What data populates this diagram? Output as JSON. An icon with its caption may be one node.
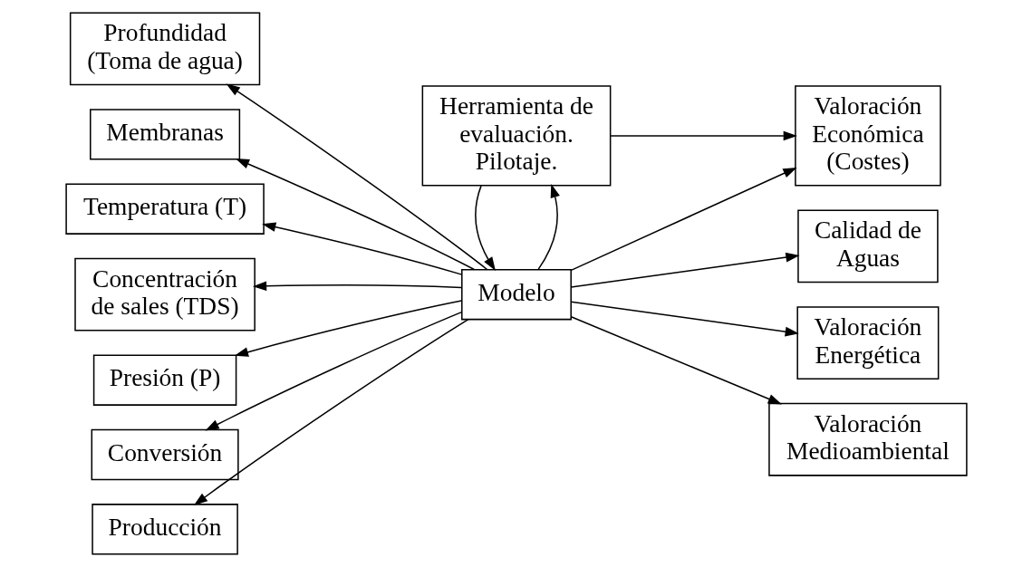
{
  "diagram": {
    "nodes": [
      {
        "text": [
          "Profundidad (Toma de agua)"
        ]
      },
      {
        "text": [
          "Membranas"
        ]
      },
      {
        "text": [
          "Temperatura (T)"
        ]
      },
      {
        "text": [
          "Concentración de sales (TDS)"
        ]
      },
      {
        "text": [
          "Presión (P)"
        ]
      },
      {
        "text": [
          "Conversión"
        ]
      },
      {
        "text": [
          "Producción"
        ]
      },
      {
        "text": [
          "Herramienta de evaluación. Pilotaje."
        ]
      },
      {
        "text": [
          "Modelo"
        ]
      },
      {
        "text": [
          "Valoración Económica (Costes)"
        ]
      },
      {
        "text": [
          "Calidad de Aguas"
        ]
      },
      {
        "text": [
          "Valoración Energética"
        ]
      },
      {
        "text": [
          "Valoración Medioambiental"
        ]
      }
    ],
    "edges": [
      {
        "from": 8,
        "to": 0,
        "arrow": "to"
      },
      {
        "from": 8,
        "to": 1,
        "arrow": "to"
      },
      {
        "from": 8,
        "to": 2,
        "arrow": "to"
      },
      {
        "from": 8,
        "to": 3,
        "arrow": "to"
      },
      {
        "from": 8,
        "to": 4,
        "arrow": "to"
      },
      {
        "from": 8,
        "to": 5,
        "arrow": "to"
      },
      {
        "from": 8,
        "to": 6,
        "arrow": "to"
      },
      {
        "from": 8,
        "to": 7,
        "arrow": "to"
      },
      {
        "from": 7,
        "to": 8,
        "arrow": "to"
      },
      {
        "from": 7,
        "to": 9,
        "arrow": "to"
      },
      {
        "from": 8,
        "to": 9,
        "arrow": "to"
      },
      {
        "from": 8,
        "to": 10,
        "arrow": "to"
      },
      {
        "from": 8,
        "to": 11,
        "arrow": "to"
      },
      {
        "from": 8,
        "to": 12,
        "arrow": "to"
      }
    ]
  }
}
